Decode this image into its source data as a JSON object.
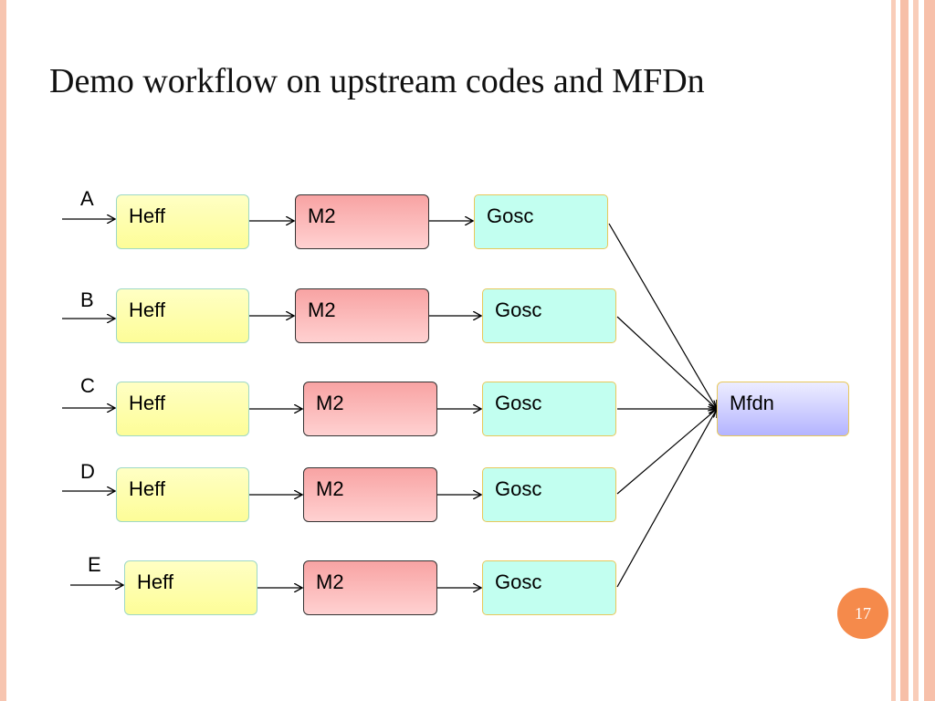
{
  "slide": {
    "title": "Demo workflow on upstream codes and MFDn",
    "page_number": "17"
  },
  "rows": [
    {
      "label": "A",
      "heff": "Heff",
      "m2": "M2",
      "gosc": "Gosc"
    },
    {
      "label": "B",
      "heff": "Heff",
      "m2": "M2",
      "gosc": "Gosc"
    },
    {
      "label": "C",
      "heff": "Heff",
      "m2": "M2",
      "gosc": "Gosc"
    },
    {
      "label": "D",
      "heff": "Heff",
      "m2": "M2",
      "gosc": "Gosc"
    },
    {
      "label": "E",
      "heff": "Heff",
      "m2": "M2",
      "gosc": "Gosc"
    }
  ],
  "target": {
    "label": "Mfdn"
  },
  "colors": {
    "heff_fill": "#fdfd98",
    "m2_fill": "#f8a3a3",
    "gosc_fill": "#c2fff0",
    "mfdn_fill": "#b4b4ff",
    "page_badge": "#f58a4b"
  }
}
